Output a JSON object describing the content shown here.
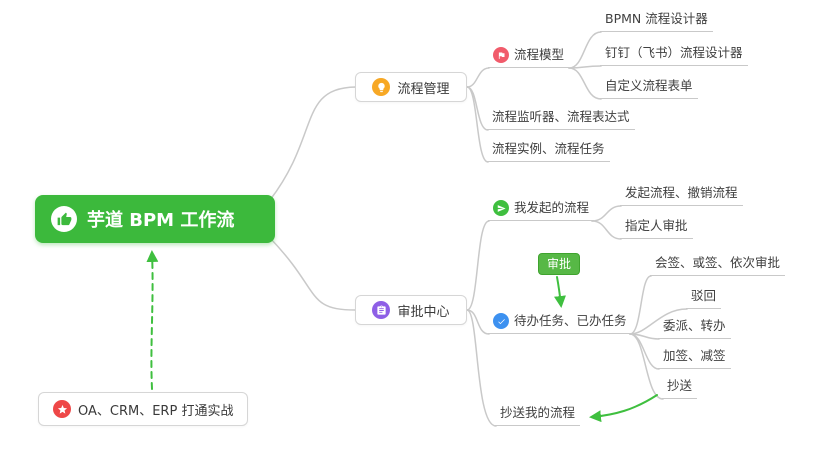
{
  "mindmap": {
    "root": {
      "label": "芋道 BPM 工作流"
    },
    "process_management": {
      "label": "流程管理",
      "process_model": {
        "label": "流程模型"
      },
      "bpmn_designer": {
        "label": "BPMN 流程设计器"
      },
      "dingtalk_designer": {
        "label": "钉钉（飞书）流程设计器"
      },
      "custom_form": {
        "label": "自定义流程表单"
      },
      "listener_expression": {
        "label": "流程监听器、流程表达式"
      },
      "instance_task": {
        "label": "流程实例、流程任务"
      }
    },
    "approval_center": {
      "label": "审批中心",
      "my_initiated": {
        "label": "我发起的流程"
      },
      "initiate_cancel": {
        "label": "发起流程、撤销流程"
      },
      "assignee_approval": {
        "label": "指定人审批"
      },
      "approval_tag": {
        "label": "审批"
      },
      "todo_done": {
        "label": "待办任务、已办任务"
      },
      "countersign": {
        "label": "会签、或签、依次审批"
      },
      "reject": {
        "label": "驳回"
      },
      "delegate_transfer": {
        "label": "委派、转办"
      },
      "add_remove_sign": {
        "label": "加签、减签"
      },
      "cc": {
        "label": "抄送"
      },
      "cc_my_process": {
        "label": "抄送我的流程"
      }
    },
    "practice": {
      "label": "OA、CRM、ERP 打通实战"
    }
  },
  "colors": {
    "root_bg": "#3cb93c",
    "connector_gray": "#c9c9c9",
    "arrow_green": "#3fbf3f",
    "tag_bg": "#57b846",
    "icon_lightbulb_orange": "#f7a825",
    "icon_clipboard_purple": "#8e5fe6",
    "icon_flag_red": "#f15b6b",
    "icon_send_green": "#3fbf3f",
    "icon_check_blue": "#3d91f0",
    "icon_star_red": "#ee4747"
  }
}
